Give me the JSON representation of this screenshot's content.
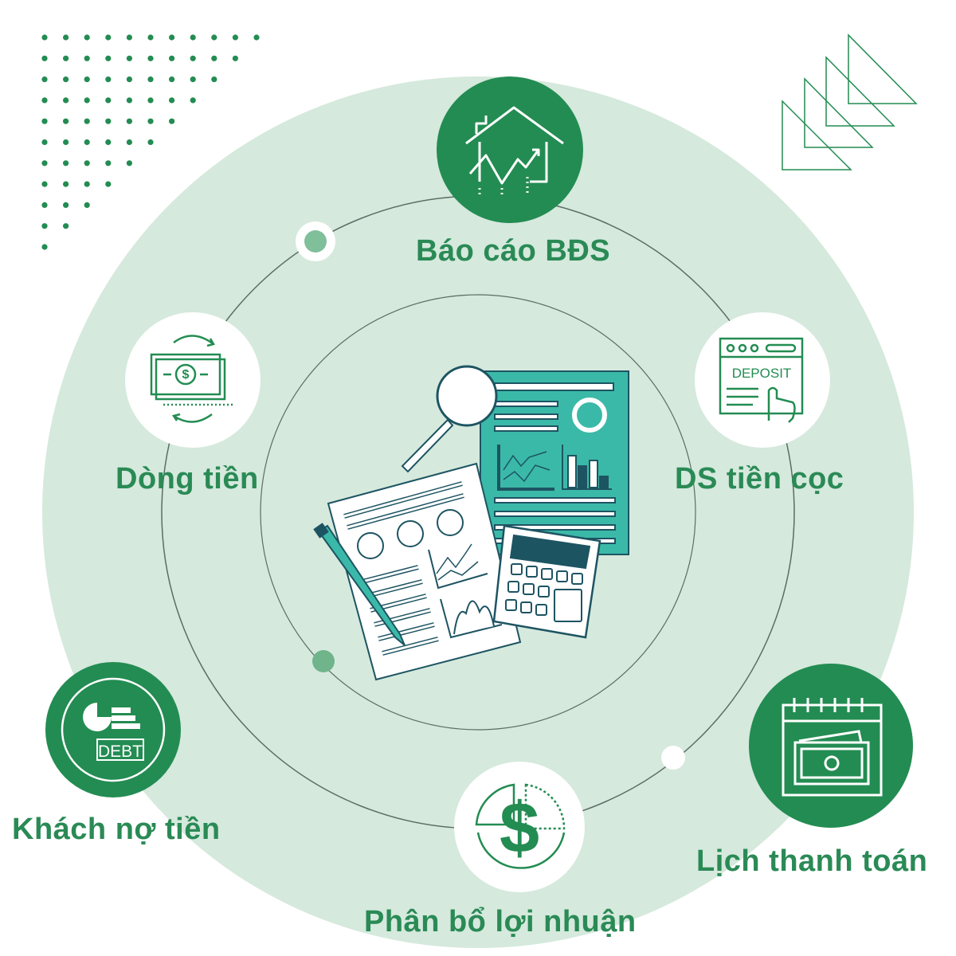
{
  "colors": {
    "background": "#d5e9dd",
    "primary": "#238c52",
    "label": "#2a8a55",
    "teal": "#3bb9a8",
    "navy": "#1d5462"
  },
  "center": {
    "icon": "financial-reports-illustration"
  },
  "nodes": [
    {
      "label": "Báo cáo BĐS",
      "icon": "house-chart-icon"
    },
    {
      "label": "Dòng tiền",
      "icon": "money-cycle-icon"
    },
    {
      "label": "DS tiền cọc",
      "icon": "deposit-browser-icon",
      "icon_text": "DEPOSIT"
    },
    {
      "label": "Khách nợ tiền",
      "icon": "debt-icon",
      "icon_text": "DEBT"
    },
    {
      "label": "Phân bổ lợi nhuận",
      "icon": "dollar-pie-icon"
    },
    {
      "label": "Lịch thanh toán",
      "icon": "calendar-money-icon"
    }
  ]
}
